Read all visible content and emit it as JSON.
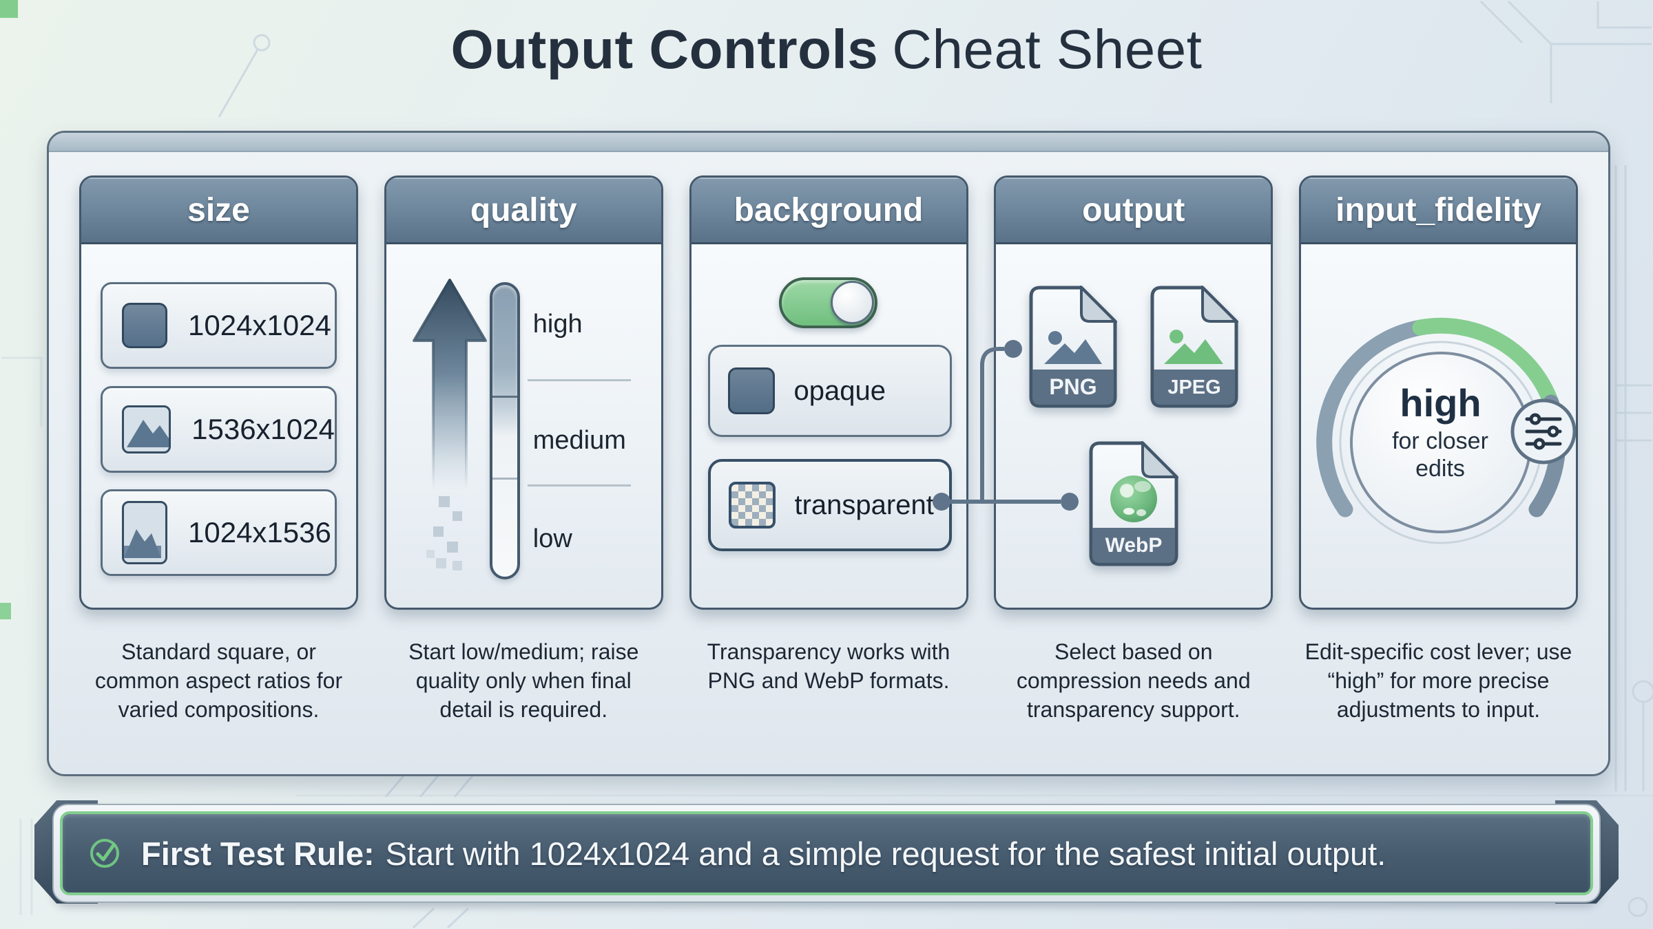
{
  "title": {
    "strong": "Output Controls",
    "rest": "Cheat Sheet"
  },
  "columns": [
    {
      "id": "size",
      "header": "size",
      "items": [
        {
          "label": "1024x1024",
          "icon": "square-icon"
        },
        {
          "label": "1536x1024",
          "icon": "landscape-image-icon"
        },
        {
          "label": "1024x1536",
          "icon": "portrait-image-icon"
        }
      ],
      "description": "Standard square, or common aspect ratios for varied compositions."
    },
    {
      "id": "quality",
      "header": "quality",
      "levels": [
        "high",
        "medium",
        "low"
      ],
      "description": "Start low/medium; raise quality only when final detail is required."
    },
    {
      "id": "background",
      "header": "background",
      "toggle_state": "on",
      "options": [
        {
          "label": "opaque",
          "icon": "solid-swatch-icon"
        },
        {
          "label": "transparent",
          "icon": "checkerboard-icon",
          "selected": true
        }
      ],
      "description": "Transparency works with PNG and WebP formats."
    },
    {
      "id": "output",
      "header": "output",
      "formats": [
        "PNG",
        "JPEG",
        "WebP"
      ],
      "description": "Select based on compression needs and transparency support."
    },
    {
      "id": "input_fidelity",
      "header": "input_fidelity",
      "dial": {
        "value": "high",
        "subtitle": "for closer edits"
      },
      "description": "Edit-specific cost lever; use “high” for more precise adjustments to input."
    }
  ],
  "footer": {
    "label": "First Test Rule:",
    "text": "Start with 1024x1024 and a simple request for the safest initial output."
  },
  "colors": {
    "accent_green": "#7fcd8b",
    "panel_header_slate": "#66809a",
    "banner_bg": "#465a6e",
    "card_border": "#44586c",
    "text_dark": "#1d2733"
  }
}
